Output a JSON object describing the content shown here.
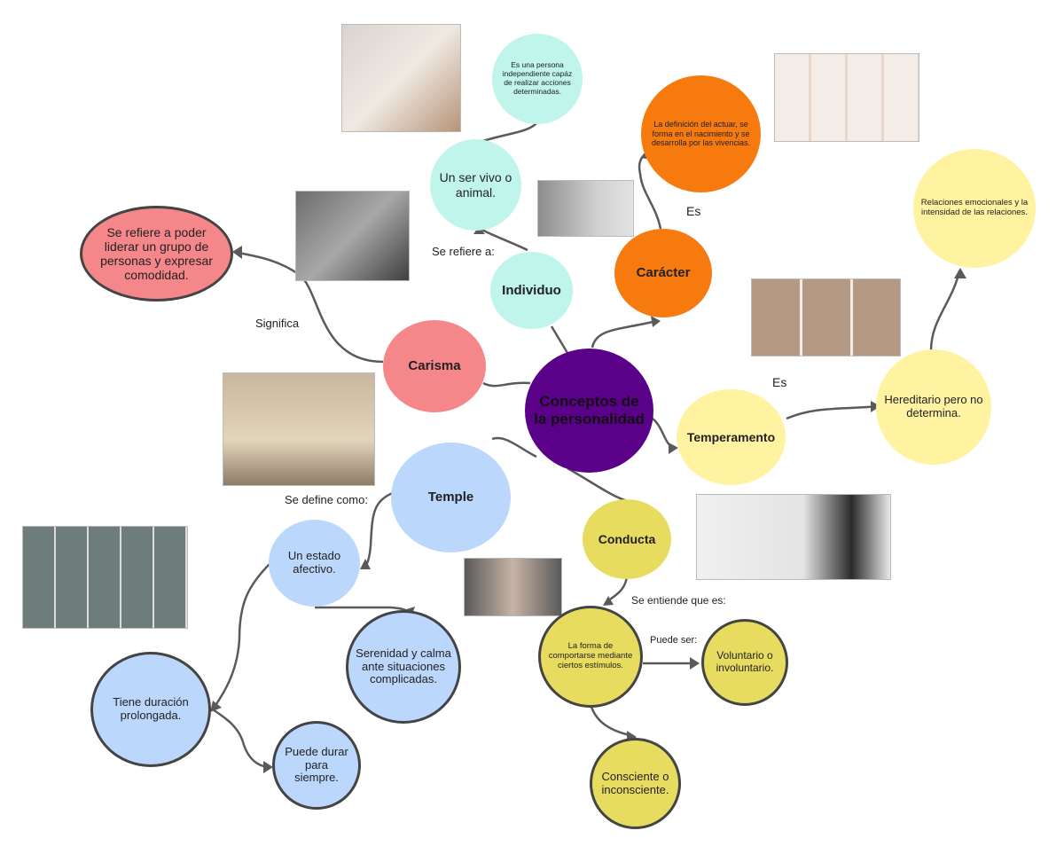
{
  "center": {
    "label": "Conceptos de la personalidad"
  },
  "nodes": {
    "individuo": "Individuo",
    "ser_vivo": "Un ser vivo o animal.",
    "persona_indep": "Es una persona independiente capáz de realizar acciones determinadas.",
    "caracter": "Carácter",
    "definicion_actuar": "La definición del actuar, se forma en el nacimiento y se desarrolla por las vivencias.",
    "carisma": "Carisma",
    "liderar": "Se refiere a poder liderar un grupo de personas y expresar comodidad.",
    "temperamento": "Temperamento",
    "hereditario": "Hereditario pero no determina.",
    "relaciones": "Relaciones emocionales y la intensidad de las relaciones.",
    "temple": "Temple",
    "estado_afectivo": "Un estado afectivo.",
    "duracion": "Tiene duración prolongada.",
    "siempre": "Puede durar para siempre.",
    "serenidad": "Serenidad y calma ante situaciones complicadas.",
    "conducta": "Conducta",
    "forma_comportarse": "La forma de comportarse mediante ciertos estímulos.",
    "voluntario": "Voluntario o involuntario.",
    "consciente": "Consciente o inconsciente."
  },
  "edge_labels": {
    "se_refiere": "Se refiere a:",
    "es_caracter": "Es",
    "significa": "Significa",
    "es_temperamento": "Es",
    "se_define": "Se define como:",
    "se_entiende": "Se entiende que es:",
    "puede_ser": "Puede ser:"
  },
  "colors": {
    "center": "#5b0088",
    "individuo": "#bff5ea",
    "caracter": "#f77a0f",
    "carisma": "#f5878a",
    "temperamento": "#fff2a0",
    "temple": "#bcd7fc",
    "conducta": "#e8dc60",
    "edge": "#555555"
  }
}
